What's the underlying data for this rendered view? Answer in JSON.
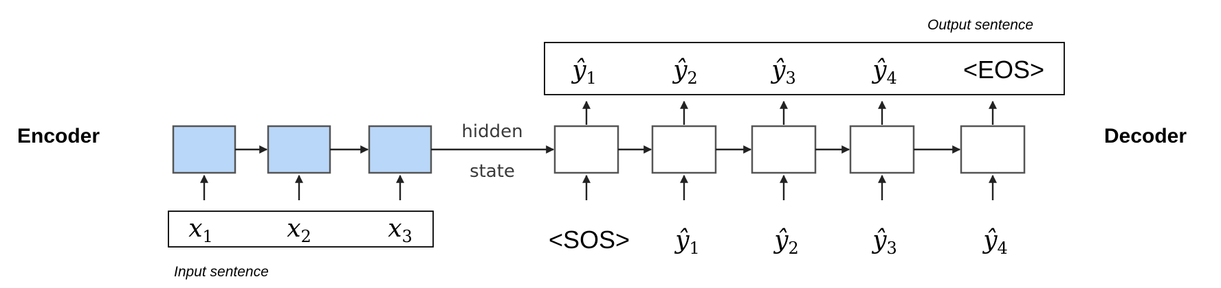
{
  "labels": {
    "encoder": "Encoder",
    "decoder": "Decoder",
    "input_caption": "Input sentence",
    "output_caption": "Output sentence",
    "hidden": "hidden",
    "state": "state"
  },
  "inputs": [
    {
      "base": "x",
      "sub": "1"
    },
    {
      "base": "x",
      "sub": "2"
    },
    {
      "base": "x",
      "sub": "3"
    }
  ],
  "decoder_inputs": [
    {
      "token": "<SOS>"
    },
    {
      "base": "ŷ",
      "sub": "1"
    },
    {
      "base": "ŷ",
      "sub": "2"
    },
    {
      "base": "ŷ",
      "sub": "3"
    },
    {
      "base": "ŷ",
      "sub": "4"
    }
  ],
  "outputs": [
    {
      "base": "ŷ",
      "sub": "1"
    },
    {
      "base": "ŷ",
      "sub": "2"
    },
    {
      "base": "ŷ",
      "sub": "3"
    },
    {
      "base": "ŷ",
      "sub": "4"
    },
    {
      "token": "<EOS>"
    }
  ],
  "colors": {
    "encoder_cell": "#b9d7f8",
    "decoder_cell": "#ffffff"
  }
}
